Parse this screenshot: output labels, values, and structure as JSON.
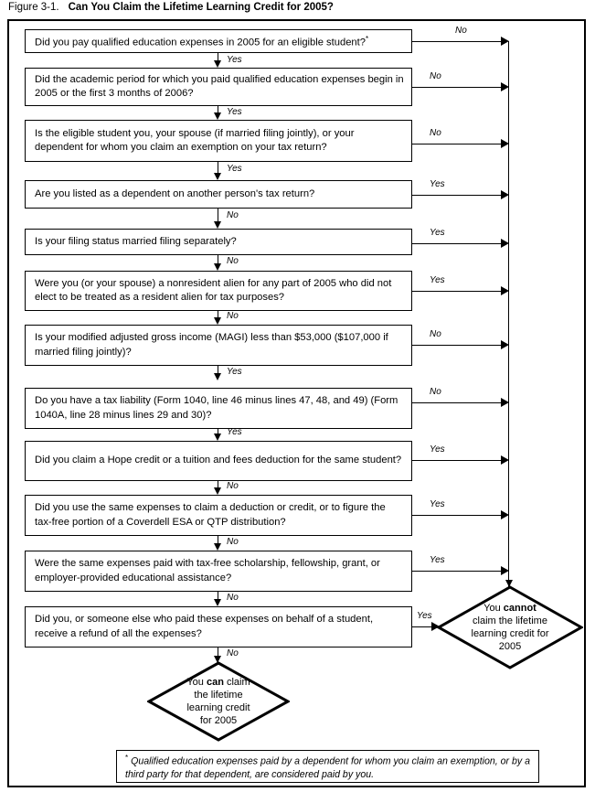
{
  "figure": {
    "label": "Figure 3-1.",
    "title": "Can You Claim the Lifetime Learning Credit for 2005?"
  },
  "flowchart": {
    "type": "decision-flowchart",
    "nodes": [
      {
        "id": "q1",
        "text": "Did you pay qualified education expenses in 2005 for an eligible student?",
        "footnote_marker": "*",
        "yes_label": "Yes",
        "no_label": "No",
        "exit_branch": "No",
        "continue_branch": "Yes"
      },
      {
        "id": "q2",
        "text": "Did the academic period for which you paid qualified education expenses begin in 2005 or the first 3 months of 2006?",
        "yes_label": "Yes",
        "no_label": "No",
        "exit_branch": "No",
        "continue_branch": "Yes"
      },
      {
        "id": "q3",
        "text": "Is the eligible student you, your spouse (if married filing jointly), or your dependent for whom you claim an exemption on your tax return?",
        "yes_label": "Yes",
        "no_label": "No",
        "exit_branch": "No",
        "continue_branch": "Yes"
      },
      {
        "id": "q4",
        "text": "Are you listed as a dependent on another person's tax return?",
        "yes_label": "Yes",
        "no_label": "No",
        "exit_branch": "Yes",
        "continue_branch": "No"
      },
      {
        "id": "q5",
        "text": "Is your filing status married filing separately?",
        "yes_label": "Yes",
        "no_label": "No",
        "exit_branch": "Yes",
        "continue_branch": "No"
      },
      {
        "id": "q6",
        "text": "Were you (or your spouse) a nonresident alien for any part of 2005 who did not elect to be treated as a resident alien for tax purposes?",
        "yes_label": "Yes",
        "no_label": "No",
        "exit_branch": "Yes",
        "continue_branch": "No"
      },
      {
        "id": "q7",
        "text": "Is your modified adjusted gross income (MAGI) less than $53,000 ($107,000 if married filing jointly)?",
        "yes_label": "Yes",
        "no_label": "No",
        "exit_branch": "No",
        "continue_branch": "Yes"
      },
      {
        "id": "q8",
        "text": "Do you have a tax liability (Form 1040, line 46 minus lines 47, 48, and 49) (Form 1040A, line 28 minus lines 29 and 30)?",
        "yes_label": "Yes",
        "no_label": "No",
        "exit_branch": "No",
        "continue_branch": "Yes"
      },
      {
        "id": "q9",
        "text": "Did you claim a Hope credit or a tuition and fees deduction for the same student?",
        "yes_label": "Yes",
        "no_label": "No",
        "exit_branch": "Yes",
        "continue_branch": "No"
      },
      {
        "id": "q10",
        "text": "Did you use the same expenses to claim a deduction or credit, or to figure the tax-free portion of a Coverdell ESA or QTP distribution?",
        "yes_label": "Yes",
        "no_label": "No",
        "exit_branch": "Yes",
        "continue_branch": "No"
      },
      {
        "id": "q11",
        "text": "Were the same expenses paid with tax-free scholarship, fellowship, grant, or employer-provided educational assistance?",
        "yes_label": "Yes",
        "no_label": "No",
        "exit_branch": "Yes",
        "continue_branch": "No"
      },
      {
        "id": "q12",
        "text": "Did you, or someone else who paid these expenses on behalf of a student, receive a refund of all the expenses?",
        "yes_label": "Yes",
        "no_label": "No",
        "exit_branch": "Yes",
        "continue_branch": "No"
      }
    ],
    "outcomes": {
      "negative": {
        "line1_pre": "You ",
        "line1_bold": "cannot",
        "line2": "claim the lifetime",
        "line3": "learning credit for",
        "line4": "2005"
      },
      "positive": {
        "line1_pre": "You ",
        "line1_bold": "can",
        "line1_post": " claim",
        "line2": "the lifetime",
        "line3": "learning credit",
        "line4": "for 2005"
      }
    }
  },
  "footnote": {
    "marker": "*",
    "text": "Qualified education expenses paid by a dependent for whom you claim an exemption, or by a third party for that dependent, are considered paid by you."
  }
}
